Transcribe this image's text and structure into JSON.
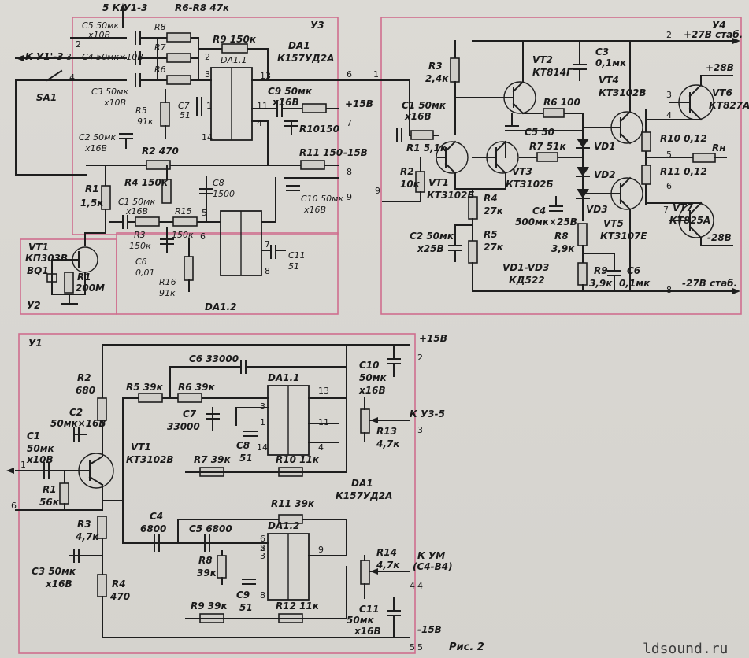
{
  "labels": {
    "k_u13_top": "5 К У1-3",
    "r6_r8": "R6-R8 47к",
    "u3": "У3",
    "c5": "С5 50мк",
    "c5_rating": "х10В",
    "k_u13_left": "К У1'-3",
    "c4": "С4 50мк×10В",
    "c3": "С3 50мк",
    "c3_rating": "х10В",
    "sa1": "SA1",
    "r8": "R8",
    "r7": "R7",
    "r6": "R6",
    "r9": "R9 150к",
    "da1": "DA1",
    "k157ud2a": "К157УД2А",
    "da11": "DA1.1",
    "c9": "С9 50мк",
    "c9_rating": "х16В",
    "plus15v": "+15В",
    "r10": "R10150",
    "r11": "R11 150",
    "minus15v": "-15В",
    "c7": "С7",
    "c7_value": "51",
    "r5": "R5",
    "r5_value": "91к",
    "c2_u3": "С2 50мк",
    "c2_u3_rating": "х16В",
    "r2_u3": "R2 470",
    "r1_u3": "R1",
    "r1_u3_value": "1,5к",
    "r4_u3": "R4 150к",
    "c8_u3": "С8",
    "c8_u3_value": "1500",
    "c1_u3": "С1 50мк",
    "c1_u3_rating": "х16В",
    "r15": "R15",
    "r15_value": "150к",
    "r3_u3": "R3",
    "r3_u3_value": "150к",
    "c6_u3": "С6",
    "c6_u3_value": "0,01",
    "r16": "R16",
    "r16_value": "91к",
    "da12": "DA1.2",
    "c11_u3": "С11",
    "c11_u3_value": "51",
    "c10_u3": "С10 50мк",
    "c10_u3_rating": "х16В",
    "vt1_u2": "VT1",
    "kp303v": "КП303В",
    "bq1": "BQ1",
    "r1_u2": "R1",
    "r1_u2_value": "200М",
    "u2": "У2",
    "u4": "У4",
    "plus27v": "+27В стаб.",
    "minus27v": "-27В стаб.",
    "r3_u4": "R3",
    "r3_u4_value": "2,4к",
    "vt2": "VT2",
    "kt814g": "КТ814Г",
    "c3_u4": "С3",
    "c3_u4_value": "0,1мк",
    "plus28v": "+28В",
    "vt6": "VT6",
    "kt827a": "КТ827А",
    "vt4": "VT4",
    "kt3102v": "КТ3102В",
    "r6_u4": "R6 100",
    "c5_u4": "С5 50",
    "c1_u4": "С1 50мк",
    "c1_u4_rating": "х16В",
    "r1_u4": "R1 5,1к",
    "r7_u4": "R7 51к",
    "vd1": "VD1",
    "vd2": "VD2",
    "vd3": "VD3",
    "r10_u4": "R10 0,12",
    "r11_u4": "R11 0,12",
    "rn": "Rн",
    "r2_u4": "R2",
    "r2_u4_value": "10к",
    "vt1_u4": "VT1",
    "kt3102b": "КТ3102Б",
    "vt3": "VT3",
    "r4_u4": "R4",
    "r4_u4_value": "27к",
    "c4_u4": "С4",
    "c4_u4_value": "500мк×25В",
    "vt5": "VT5",
    "kt3107e": "КТ3107Е",
    "vt7": "VT7",
    "kt825a": "КТ825А",
    "minus28v": "-28В",
    "c2_u4": "С2 50мк",
    "c2_u4_rating": "х25В",
    "r5_u4": "R5",
    "r5_u4_value": "27к",
    "r8_u4": "R8",
    "r8_u4_value": "3,9к",
    "vd1_vd3": "VD1-VD3",
    "kd522": "КД522",
    "r9_u4": "R9",
    "r9_u4_value": "3,9к",
    "c6_u4": "С6",
    "c6_u4_value": "0,1мк",
    "u1": "У1",
    "r2_u1": "R2",
    "r2_u1_value": "680",
    "c2_u1": "С2",
    "c2_u1_value": "50мк×16В",
    "c1_u1": "С1",
    "c1_u1_value": "50мк",
    "c1_u1_rating": "х10В",
    "r1_u1": "R1",
    "r1_u1_value": "56к",
    "vt1_u1": "VT1",
    "r3_u1": "R3",
    "r3_u1_value": "4,7к",
    "c3_u1": "С3 50мк",
    "c3_u1_rating": "х16В",
    "r4_u1": "R4",
    "r4_u1_value": "470",
    "c6_u1": "С6 33000",
    "r5_u1": "R5 39к",
    "r6_u1": "R6 39к",
    "c7_u1": "С7",
    "c7_u1_value": "33000",
    "c8_u1": "С8",
    "c8_u1_value": "51",
    "r7_u1": "R7 39к",
    "r10_u1": "R10 11к",
    "c10_u1": "С10",
    "c10_u1_value": "50мк",
    "c10_u1_rating": "х16В",
    "k_u35": "К У3-5",
    "r13": "R13",
    "r13_value": "4,7к",
    "r11_u1": "R11 39к",
    "c4_u1": "С4",
    "c4_u1_value": "6800",
    "c5_u1": "С5 6800",
    "r8_u1": "R8",
    "r8_u1_value": "39к",
    "c9_u1": "С9",
    "c9_u1_value": "51",
    "r9_u1": "R9 39к",
    "r12_u1": "R12 11к",
    "r14": "R14",
    "r14_value": "4,7к",
    "k_um": "К УМ",
    "c4_c4": "(С4-В4)",
    "c11_u1": "С11",
    "c11_u1_value": "50мк",
    "c11_u1_rating": "х16В",
    "fig_caption": "Рис. 2",
    "watermark": "ldsound.ru"
  },
  "pins": [
    "2",
    "3",
    "4",
    "3",
    "2",
    "1",
    "13",
    "6",
    "11",
    "4",
    "14",
    "7",
    "8",
    "9",
    "5",
    "6",
    "7",
    "8",
    "1",
    "2",
    "3",
    "4",
    "5",
    "6",
    "7",
    "8",
    "9",
    "1",
    "2",
    "3",
    "4",
    "5",
    "6",
    "1",
    "13",
    "3",
    "14",
    "11",
    "4",
    "2",
    "3",
    "6",
    "5",
    "8",
    "9",
    "4",
    "5"
  ]
}
